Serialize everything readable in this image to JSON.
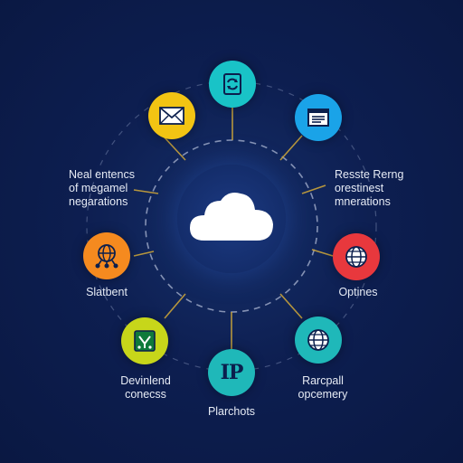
{
  "colors": {
    "background": "#0c1c4a",
    "connector": "#c9a33a",
    "ring": "#9aa6c4",
    "node_teal": "#19c3c7",
    "node_blue": "#1aa3e8",
    "node_yellow": "#f2c413",
    "node_red": "#e8383d",
    "node_orange": "#f58a1f",
    "node_lime": "#c7d61a",
    "node_cyan": "#1fb8b9",
    "cloud": "#ffffff"
  },
  "hub": {
    "icon": "cloud-icon"
  },
  "nodes": [
    {
      "id": "top",
      "icon": "sync-document-icon"
    },
    {
      "id": "top-right",
      "icon": "browser-window-icon"
    },
    {
      "id": "top-left",
      "icon": "mail-envelope-icon"
    },
    {
      "id": "mid-right",
      "icon": "globe-icon"
    },
    {
      "id": "mid-left",
      "icon": "network-globe-icon"
    },
    {
      "id": "bottom-right",
      "icon": "globe-icon"
    },
    {
      "id": "bottom-left",
      "icon": "server-box-icon"
    },
    {
      "id": "bottom",
      "icon": "ip-text-icon",
      "text": "IP"
    }
  ],
  "labels": {
    "upper_left": [
      "Neal entencs",
      "of megamel",
      "negarations"
    ],
    "upper_right": [
      "Resste Rerng",
      "orestinest",
      "mnerations"
    ],
    "mid_left": [
      "Slatbent"
    ],
    "mid_right": [
      "Optines"
    ],
    "bottom_left": [
      "Devinlend",
      "conecss"
    ],
    "bottom_right": [
      "Rarcpall",
      "opcemery"
    ],
    "bottom_center": [
      "Plarchots"
    ]
  }
}
